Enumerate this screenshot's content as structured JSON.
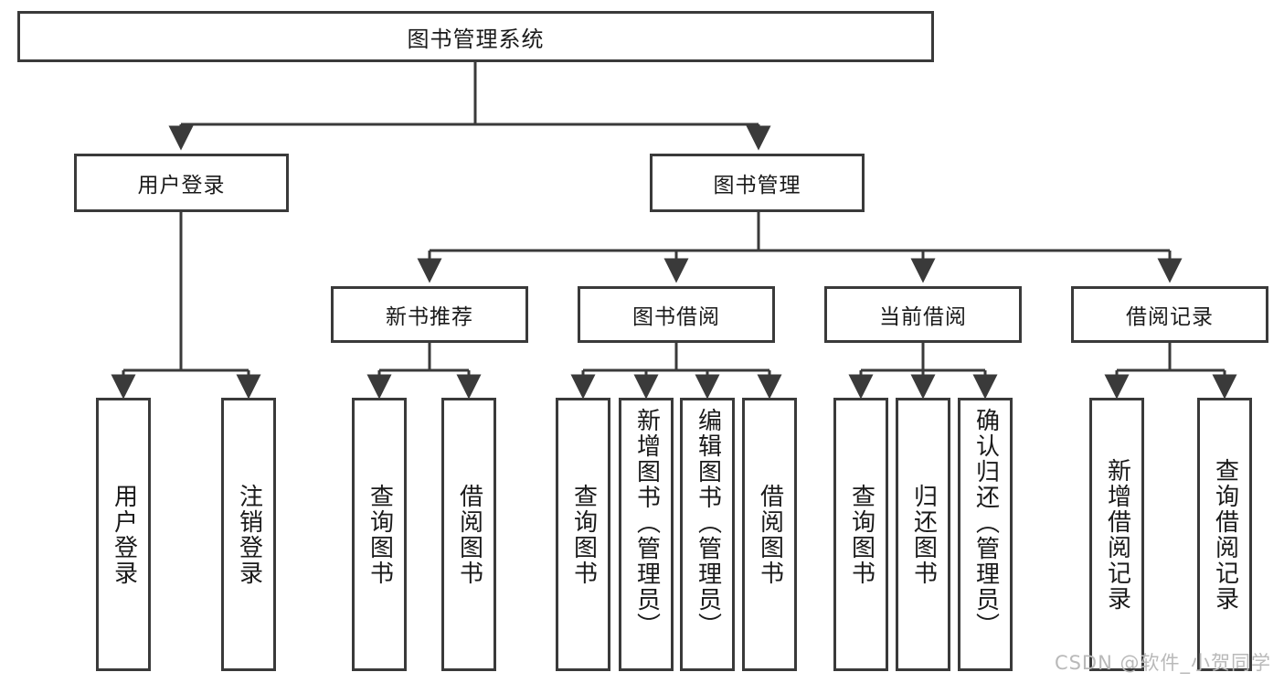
{
  "diagram": {
    "title": "图书管理系统",
    "root": {
      "label": "图书管理系统"
    },
    "level1": [
      {
        "label": "用户登录"
      },
      {
        "label": "图书管理"
      }
    ],
    "level2": [
      {
        "label": "新书推荐"
      },
      {
        "label": "图书借阅"
      },
      {
        "label": "当前借阅"
      },
      {
        "label": "借阅记录"
      }
    ],
    "leaves": {
      "user_login": [
        {
          "label": "用户登录"
        },
        {
          "label": "注销登录"
        }
      ],
      "new_book_recommend": [
        {
          "label": "查询图书"
        },
        {
          "label": "借阅图书"
        }
      ],
      "book_borrow": [
        {
          "label": "查询图书"
        },
        {
          "label": "新增图书（管理员）"
        },
        {
          "label": "编辑图书（管理员）"
        },
        {
          "label": "借阅图书"
        }
      ],
      "current_borrow": [
        {
          "label": "查询图书"
        },
        {
          "label": "归还图书"
        },
        {
          "label": "确认归还（管理员）"
        }
      ],
      "borrow_record": [
        {
          "label": "新增借阅记录"
        },
        {
          "label": "查询借阅记录"
        }
      ]
    }
  },
  "watermark": {
    "text": "CSDN @软件_小贺同学"
  },
  "colors": {
    "border": "#3a3a3a",
    "text": "#1a1a1a",
    "background": "#ffffff",
    "watermark": "#b9b9b9"
  }
}
